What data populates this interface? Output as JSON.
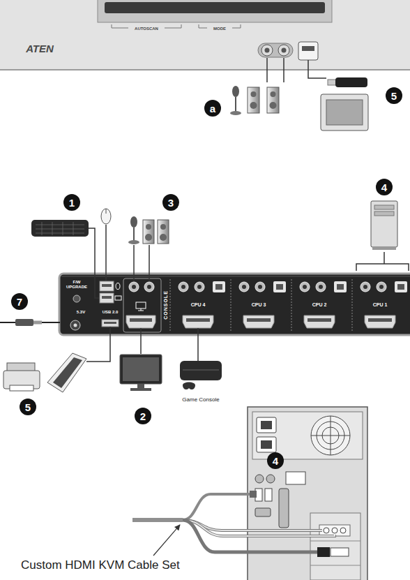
{
  "diagram": {
    "nodes": [
      {
        "text": [
          "AUTOSCAN",
          "MODE",
          "ATEN"
        ]
      },
      {
        "text": [
          "F/W UPGRADE",
          "5.3V",
          "USB 2.0",
          "CONSOLE",
          "CPU 4",
          "CPU 3",
          "CPU 2",
          "CPU 1"
        ]
      }
    ],
    "labels": [
      "a",
      "5",
      "1",
      "3",
      "4",
      "7",
      "5",
      "2",
      "Game Console",
      "4",
      "Custom HDMI KVM Cable Set"
    ]
  }
}
